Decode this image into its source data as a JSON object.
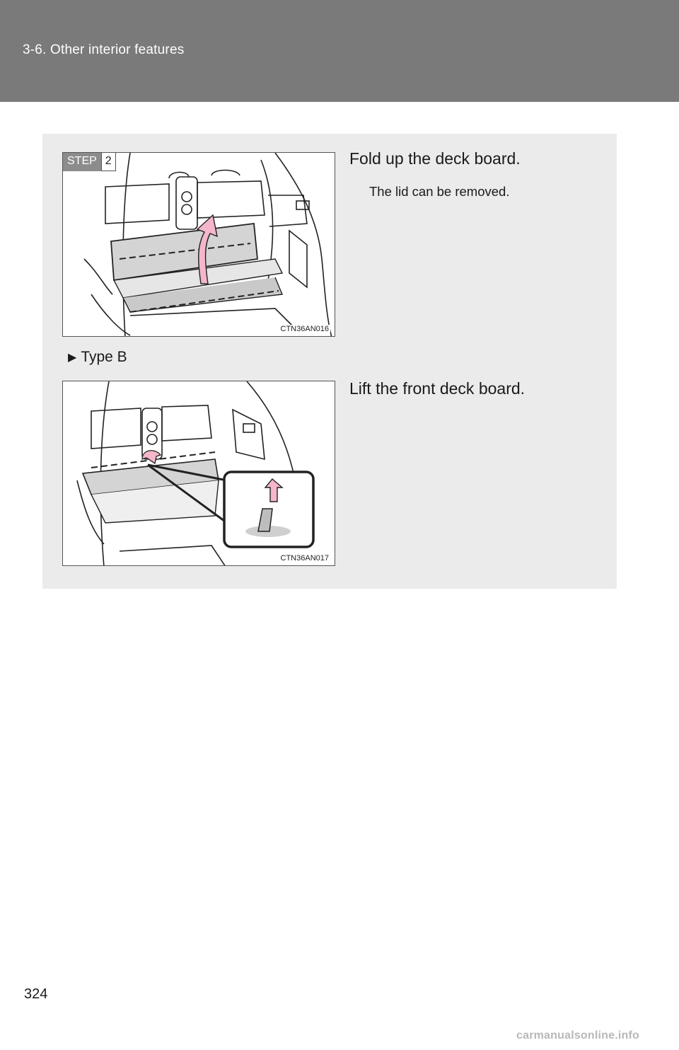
{
  "header": {
    "title": "3-6. Other interior features"
  },
  "step": {
    "label": "STEP",
    "number": "2"
  },
  "figures": [
    {
      "code": "CTN36AN016"
    },
    {
      "code": "CTN36AN017"
    }
  ],
  "instructions": {
    "step2": "Fold up the deck board.",
    "step2_note": "The lid can be removed.",
    "type_b_marker": "▶",
    "type_b_label": "Type B",
    "type_b_step": "Lift the front deck board."
  },
  "colors": {
    "header_bg": "#7a7a7a",
    "panel_bg": "#ebebeb",
    "arrow_pink": "#f4b6c8"
  },
  "footer": {
    "page_number": "324",
    "watermark": "carmanualsonline.info"
  }
}
